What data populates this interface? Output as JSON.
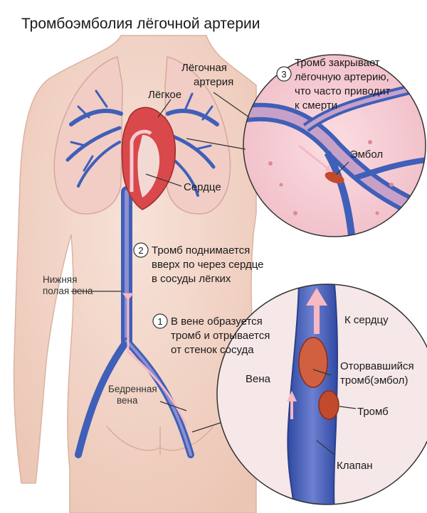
{
  "title": "Тромбоэмболия лёгочной артерии",
  "labels": {
    "pulmonary_artery_l1": "Лёгочная",
    "pulmonary_artery_l2": "артерия",
    "lung": "Лёгкое",
    "heart": "Сердце",
    "ivc_l1": "Нижняя",
    "ivc_l2": "полая вена",
    "femoral_l1": "Бедренная",
    "femoral_l2": "вена",
    "embolus": "Эмбол",
    "to_heart": "К сердцу",
    "vein": "Вена",
    "detached_l1": "Оторвавшийся",
    "detached_l2": "тромб(эмбол)",
    "thrombus": "Тромб",
    "valve": "Клапан"
  },
  "steps": [
    {
      "number": "1",
      "lines": [
        "В вене образуется",
        "тромб и отрывается",
        "от стенок сосуда"
      ]
    },
    {
      "number": "2",
      "lines": [
        "Тромб поднимается",
        "вверх по через сердце",
        "в сосуды лёгких"
      ]
    },
    {
      "number": "3",
      "lines": [
        "Тромб закрывает",
        "лёгочную артерию,",
        "что часто приводит",
        "к смерти"
      ]
    }
  ],
  "colors": {
    "skin": "#f3d9ce",
    "skin_shade": "#e8bfae",
    "lung": "#f1cdc6",
    "vein": "#3f5fb8",
    "vein_light": "#8c8fd0",
    "heart": "#d9484a",
    "tissue": "#f6ccd4",
    "tissue_dark": "#d98a9a",
    "clot": "#c24a2c",
    "arrow": "#f1a7b5"
  }
}
